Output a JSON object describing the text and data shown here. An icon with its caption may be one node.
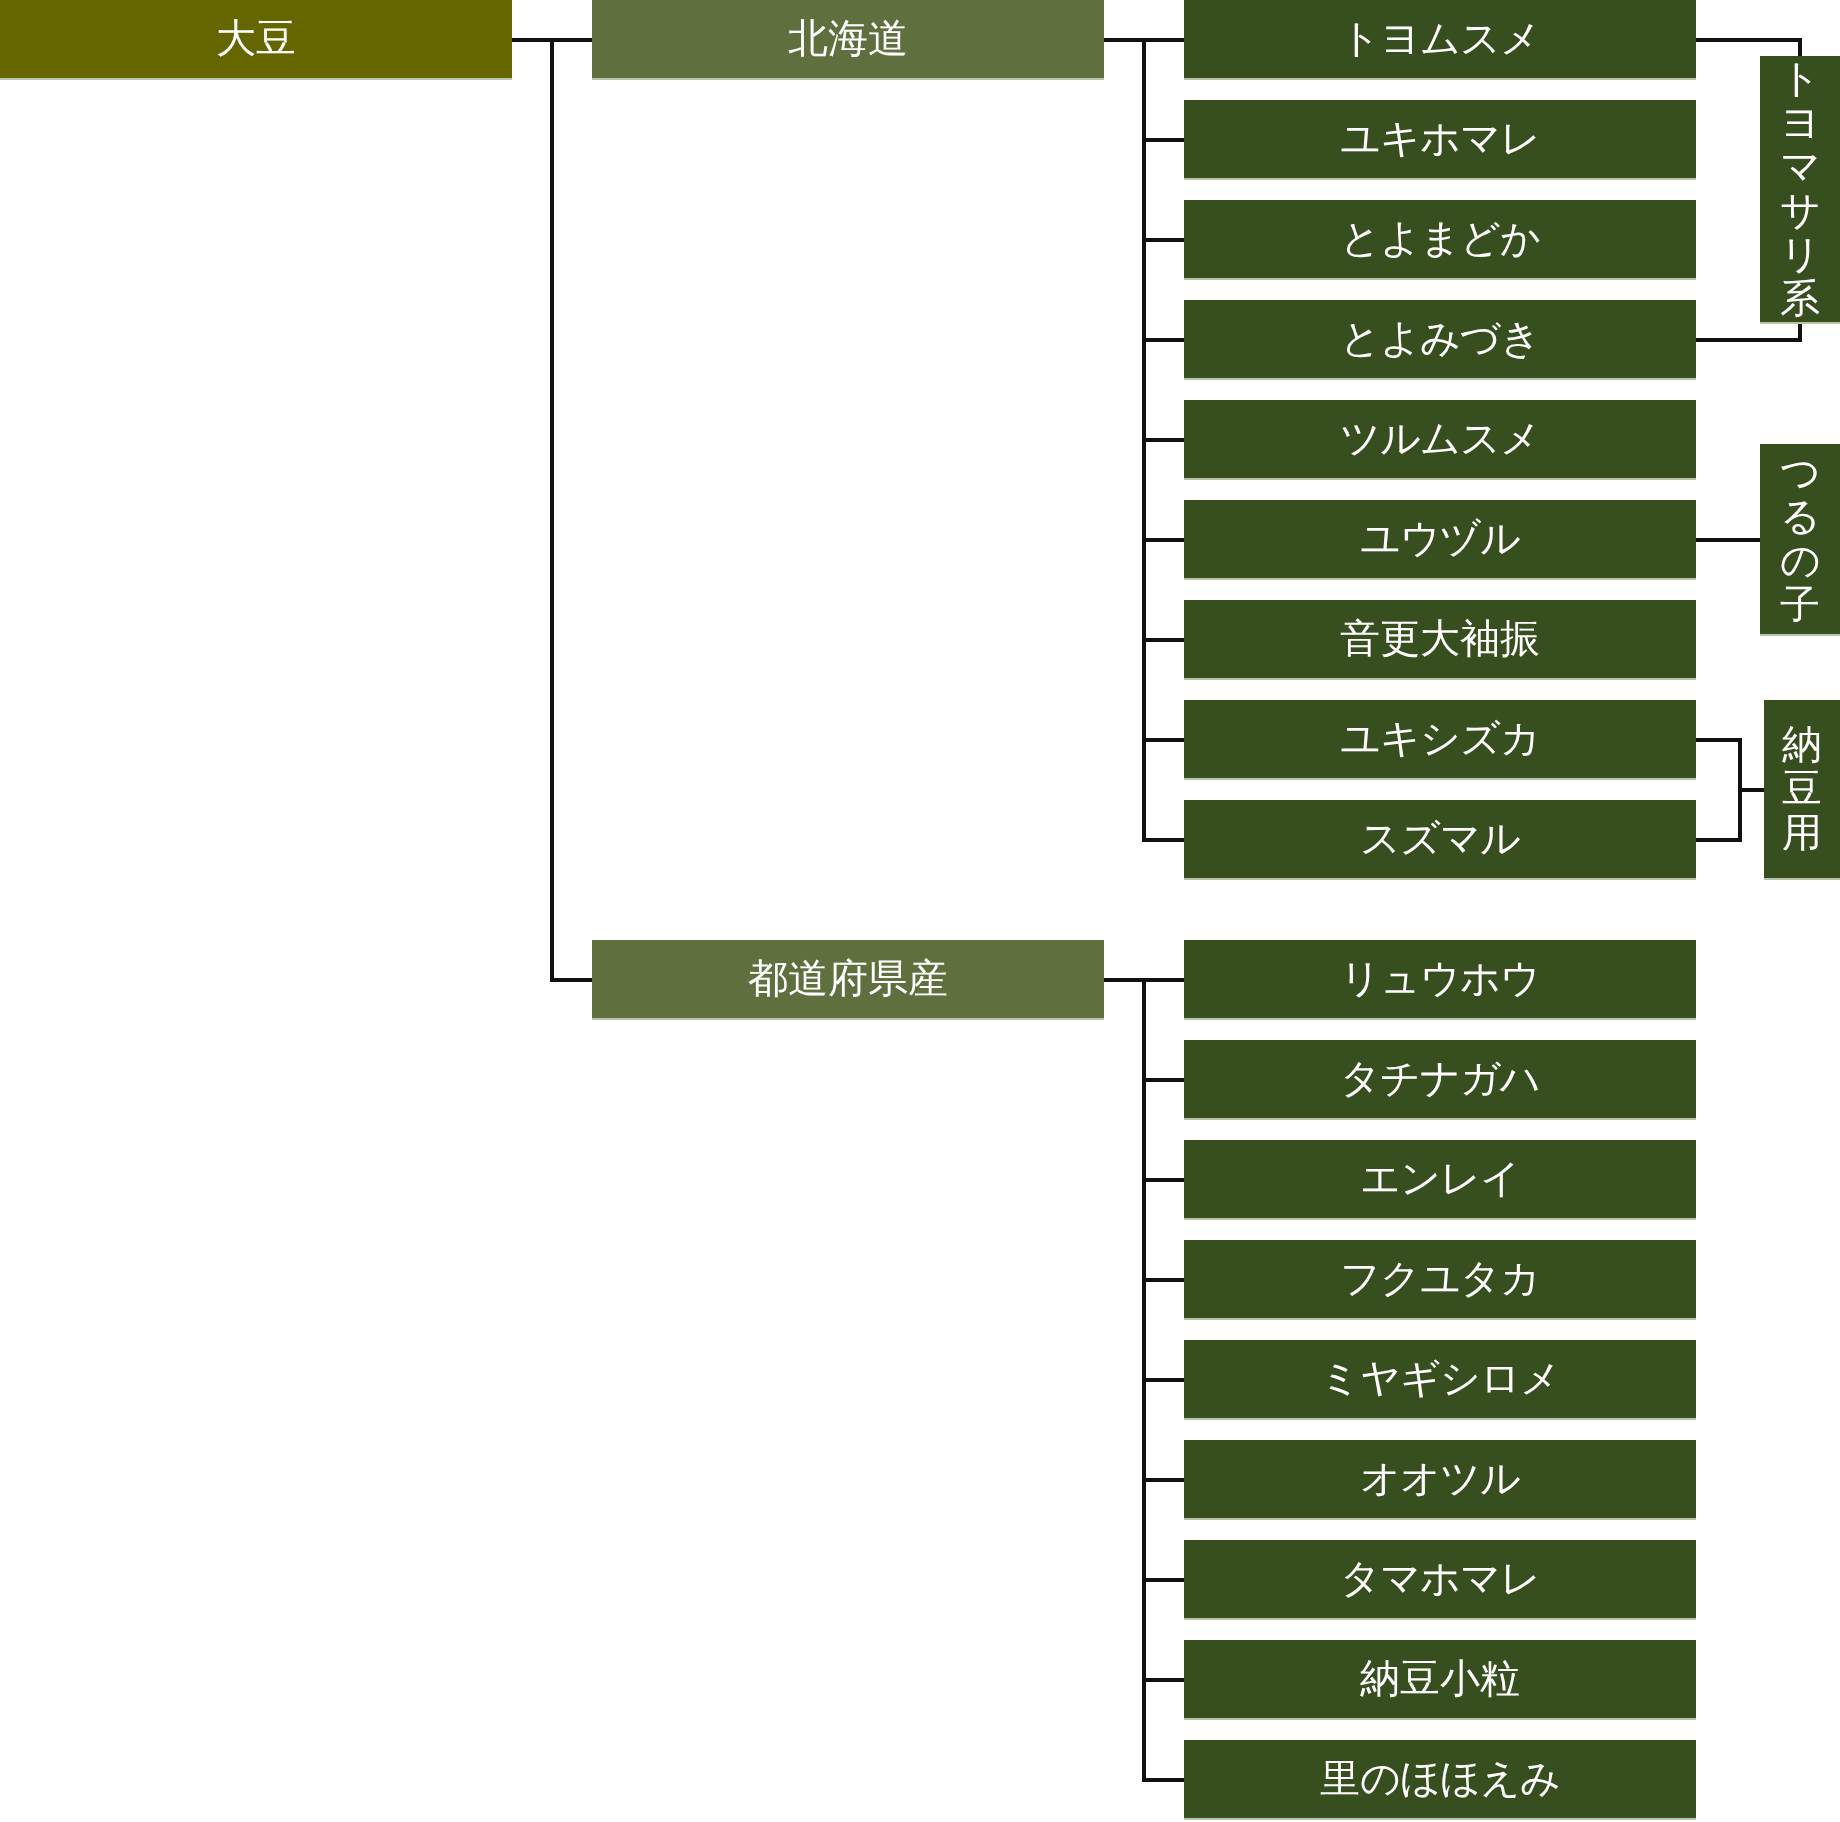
{
  "diagram": {
    "nodes": [
      {
        "text": [
          "大豆"
        ]
      },
      {
        "text": [
          "北海道"
        ]
      },
      {
        "text": [
          "都道府県産"
        ]
      },
      {
        "text": [
          "トヨムスメ"
        ]
      },
      {
        "text": [
          "ユキホマレ"
        ]
      },
      {
        "text": [
          "とよまどか"
        ]
      },
      {
        "text": [
          "とよみづき"
        ]
      },
      {
        "text": [
          "ツルムスメ"
        ]
      },
      {
        "text": [
          "ユウヅル"
        ]
      },
      {
        "text": [
          "音更大袖振"
        ]
      },
      {
        "text": [
          "ユキシズカ"
        ]
      },
      {
        "text": [
          "スズマル"
        ]
      },
      {
        "text": [
          "リュウホウ"
        ]
      },
      {
        "text": [
          "タチナガハ"
        ]
      },
      {
        "text": [
          "エンレイ"
        ]
      },
      {
        "text": [
          "フクユタカ"
        ]
      },
      {
        "text": [
          "ミヤギシロメ"
        ]
      },
      {
        "text": [
          "オオツル"
        ]
      },
      {
        "text": [
          "タマホマレ"
        ]
      },
      {
        "text": [
          "納豆小粒"
        ]
      },
      {
        "text": [
          "里のほほえみ"
        ]
      },
      {
        "text": [
          "トヨマサリ系"
        ]
      },
      {
        "text": [
          "つるの子"
        ]
      },
      {
        "text": [
          "納豆用"
        ]
      }
    ],
    "edges": [
      {
        "from": 0,
        "to": 1,
        "arrow": "none"
      },
      {
        "from": 0,
        "to": 2,
        "arrow": "none"
      },
      {
        "from": 1,
        "to": 3,
        "arrow": "none"
      },
      {
        "from": 1,
        "to": 4,
        "arrow": "none"
      },
      {
        "from": 1,
        "to": 5,
        "arrow": "none"
      },
      {
        "from": 1,
        "to": 6,
        "arrow": "none"
      },
      {
        "from": 1,
        "to": 7,
        "arrow": "none"
      },
      {
        "from": 1,
        "to": 8,
        "arrow": "none"
      },
      {
        "from": 1,
        "to": 9,
        "arrow": "none"
      },
      {
        "from": 1,
        "to": 10,
        "arrow": "none"
      },
      {
        "from": 1,
        "to": 11,
        "arrow": "none"
      },
      {
        "from": 2,
        "to": 12,
        "arrow": "none"
      },
      {
        "from": 2,
        "to": 13,
        "arrow": "none"
      },
      {
        "from": 2,
        "to": 14,
        "arrow": "none"
      },
      {
        "from": 2,
        "to": 15,
        "arrow": "none"
      },
      {
        "from": 2,
        "to": 16,
        "arrow": "none"
      },
      {
        "from": 2,
        "to": 17,
        "arrow": "none"
      },
      {
        "from": 2,
        "to": 18,
        "arrow": "none"
      },
      {
        "from": 2,
        "to": 19,
        "arrow": "none"
      },
      {
        "from": 2,
        "to": 20,
        "arrow": "none"
      },
      {
        "from": 3,
        "to": 21,
        "arrow": "none"
      },
      {
        "from": 6,
        "to": 21,
        "arrow": "none"
      },
      {
        "from": 8,
        "to": 22,
        "arrow": "none"
      },
      {
        "from": 10,
        "to": 23,
        "arrow": "none"
      },
      {
        "from": 11,
        "to": 23,
        "arrow": "none"
      }
    ]
  }
}
